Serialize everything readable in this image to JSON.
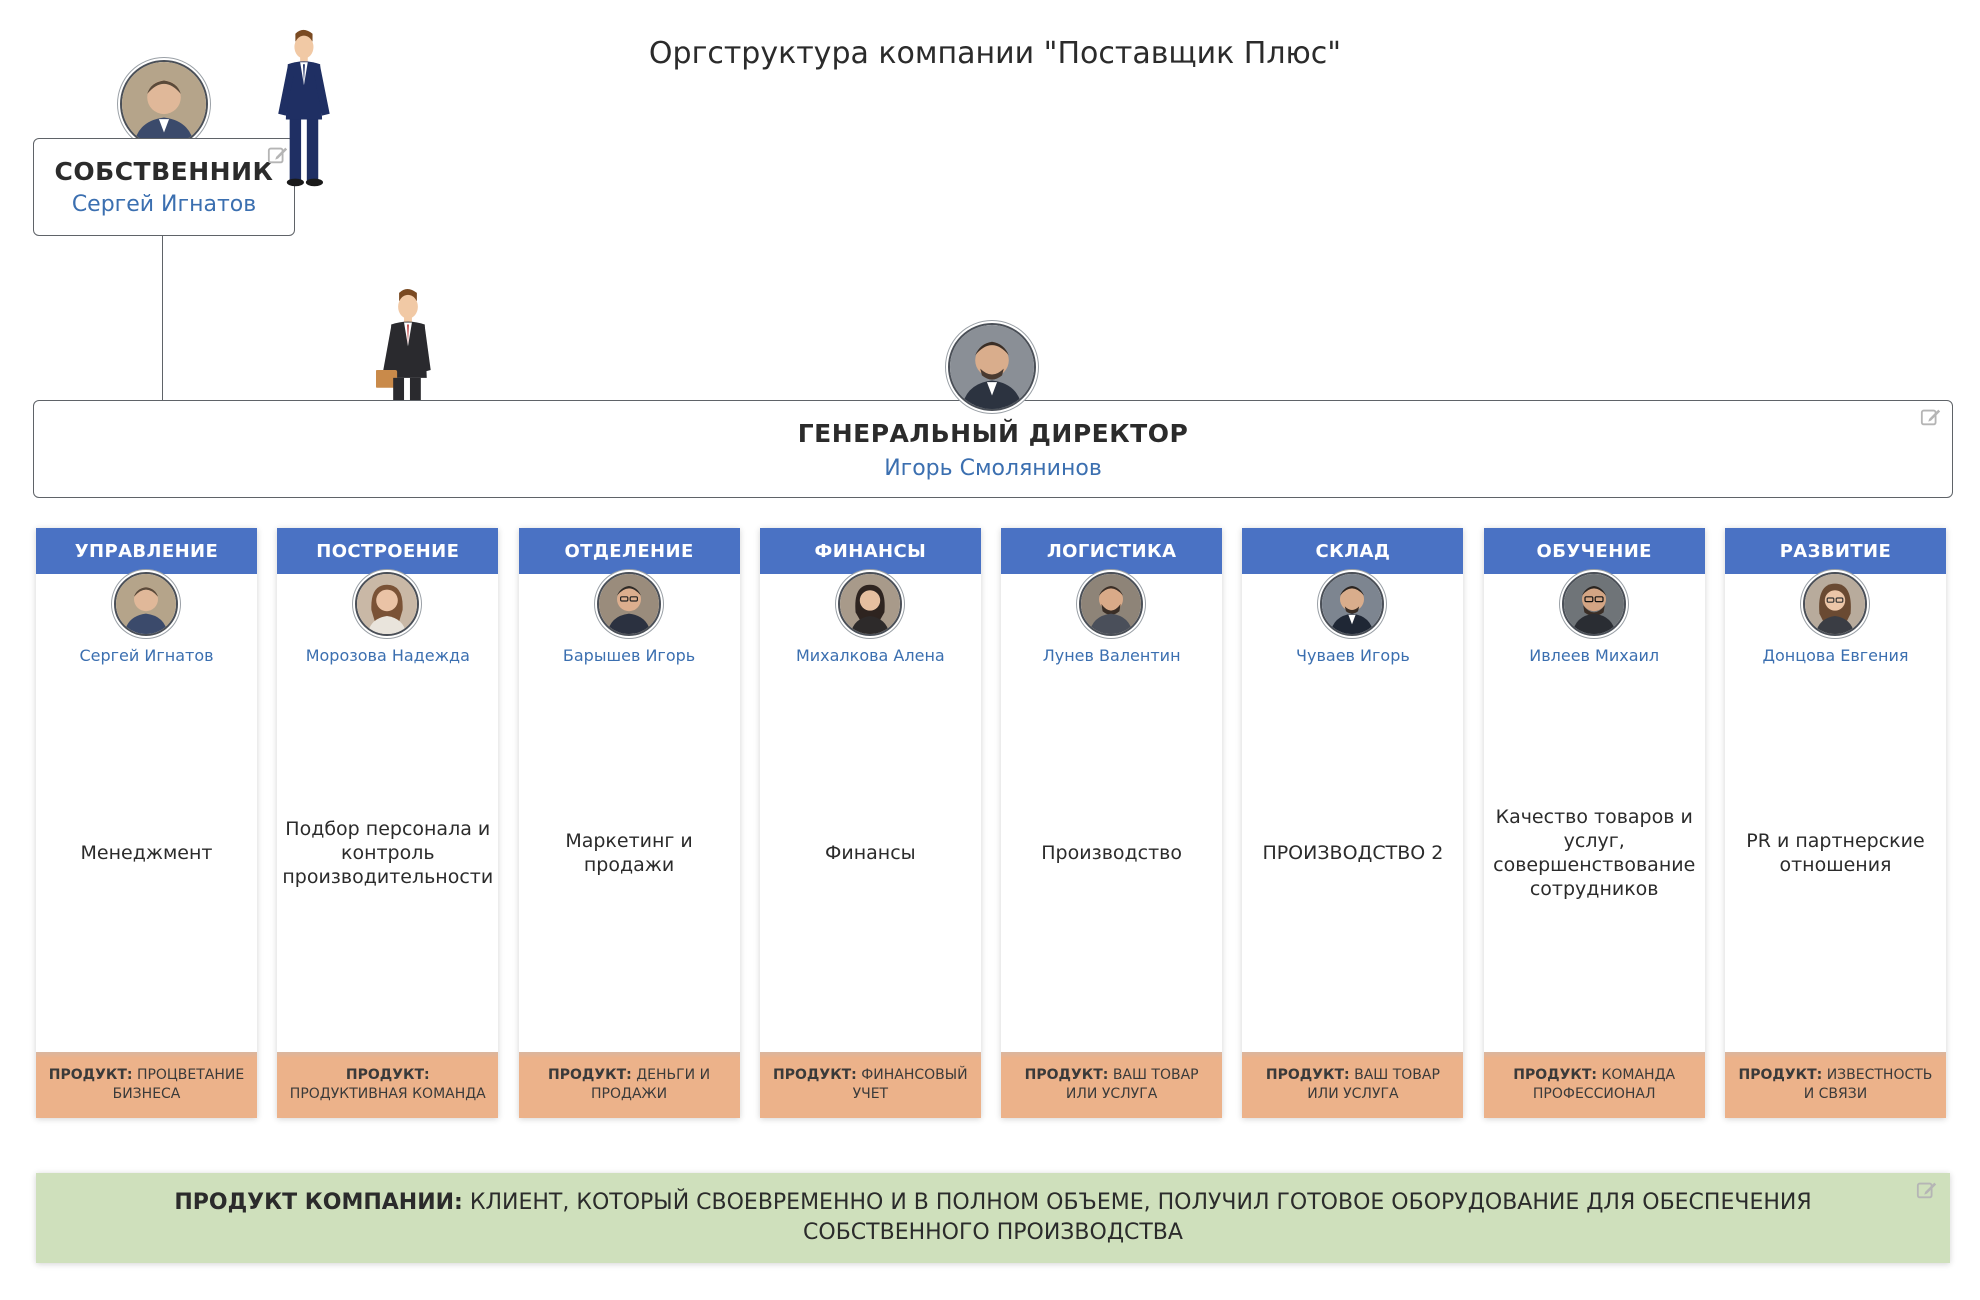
{
  "title": "Оргструктура компании \"Поставщик Плюс\"",
  "owner": {
    "role": "СОБСТВЕННИК",
    "name": "Сергей Игнатов"
  },
  "director": {
    "role": "ГЕНЕРАЛЬНЫЙ ДИРЕКТОР",
    "name": "Игорь Смолянинов"
  },
  "product_label": "ПРОДУКТ:",
  "departments": [
    {
      "name": "УПРАВЛЕНИЕ",
      "head": "Сергей Игнатов",
      "function": "Менеджмент",
      "product": "ПРОЦВЕТАНИЕ БИЗНЕСА"
    },
    {
      "name": "ПОСТРОЕНИЕ",
      "head": "Морозова Надежда",
      "function": "Подбор персонала и контроль производительности",
      "product": "ПРОДУКТИВНАЯ КОМАНДА"
    },
    {
      "name": "ОТДЕЛЕНИЕ",
      "head": "Барышев Игорь",
      "function": "Маркетинг и продажи",
      "product": "ДЕНЬГИ И ПРОДАЖИ"
    },
    {
      "name": "ФИНАНСЫ",
      "head": "Михалкова Алена",
      "function": "Финансы",
      "product": "ФИНАНСОВЫЙ УЧЕТ"
    },
    {
      "name": "ЛОГИСТИКА",
      "head": "Лунев Валентин",
      "function": "Производство",
      "product": "ВАШ ТОВАР ИЛИ УСЛУГА"
    },
    {
      "name": "СКЛАД",
      "head": "Чуваев Игорь",
      "function": "ПРОИЗВОДСТВО 2",
      "product": "ВАШ ТОВАР ИЛИ УСЛУГА"
    },
    {
      "name": "ОБУЧЕНИЕ",
      "head": "Ивлеев Михаил",
      "function": "Качество товаров и услуг, совершенствование сотрудников",
      "product": "КОМАНДА ПРОФЕССИОНАЛ"
    },
    {
      "name": "РАЗВИТИЕ",
      "head": "Донцова Евгения",
      "function": "PR и партнерские отношения",
      "product": "ИЗВЕСТНОСТЬ И СВЯЗИ"
    }
  ],
  "company_product": {
    "label": "ПРОДУКТ КОМПАНИИ:",
    "text": "КЛИЕНТ, КОТОРЫЙ СВОЕВРЕМЕННО И В ПОЛНОМ ОБЪЕМЕ, ПОЛУЧИЛ ГОТОВОЕ ОБОРУДОВАНИЕ ДЛЯ ОБЕСПЕЧЕНИЯ СОБСТВЕННОГО ПРОИЗВОДСТВА"
  },
  "colors": {
    "dept_header": "#4a72c4",
    "name_link": "#3b6fb0",
    "product_strip": "#ecb28a",
    "company_product_bg": "#cfe0bc"
  },
  "icons": {
    "edit": "edit-icon",
    "avatar": "avatar-photo",
    "figure": "businessman-figure"
  }
}
